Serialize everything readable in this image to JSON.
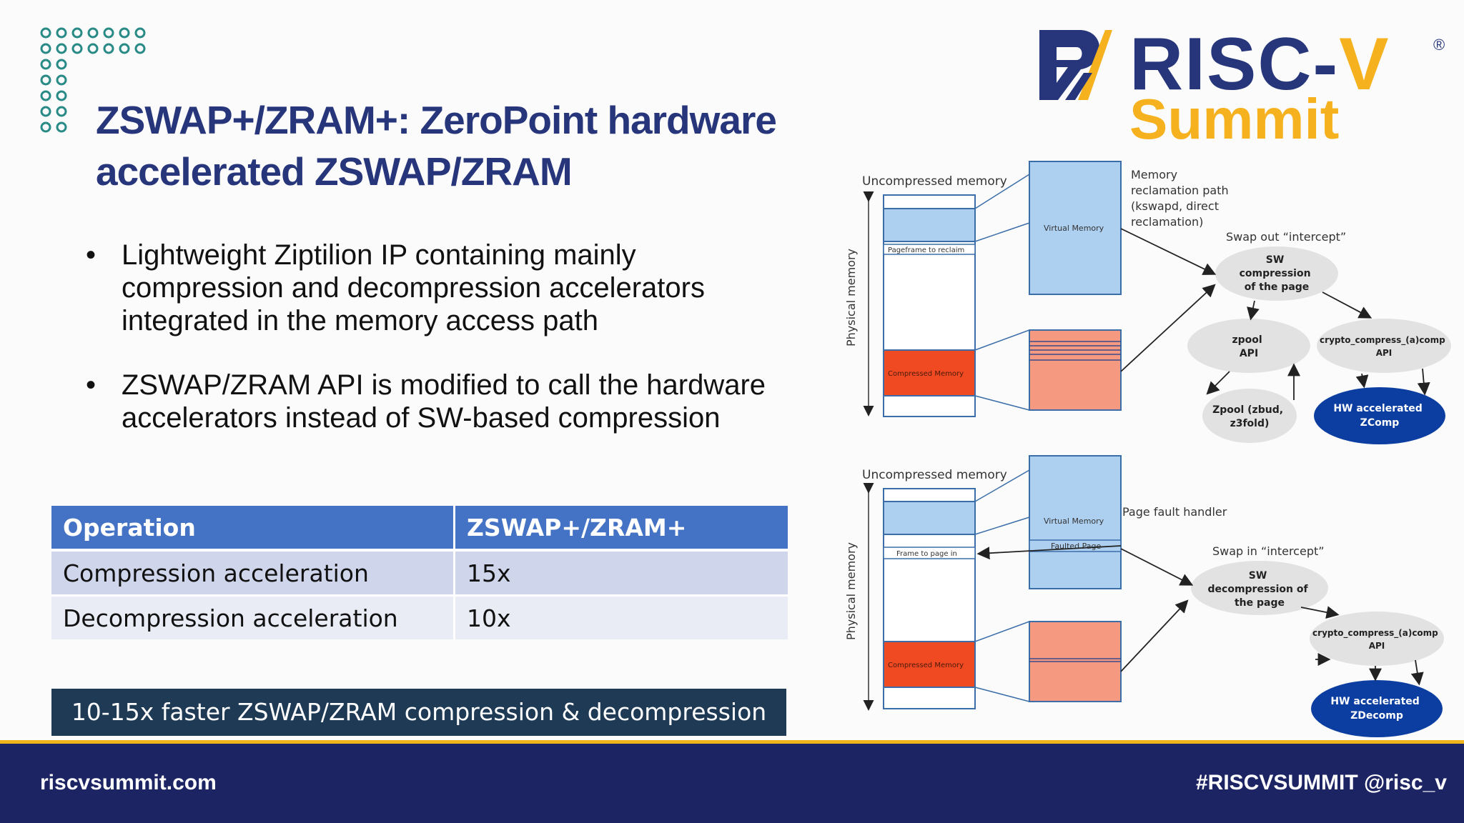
{
  "title_lines": [
    "ZSWAP+/ZRAM+: ZeroPoint hardware",
    "accelerated ZSWAP/ZRAM"
  ],
  "bullets": [
    "Lightweight Ziptilion IP containing mainly compression and decompression accelerators integrated in the memory access path",
    "ZSWAP/ZRAM API is modified to call the hardware accelerators instead of SW-based compression"
  ],
  "bullet_glyph": "•",
  "table": {
    "headers": [
      "Operation",
      "ZSWAP+/ZRAM+"
    ],
    "rows": [
      [
        "Compression acceleration",
        "15x"
      ],
      [
        "Decompression acceleration",
        "10x"
      ]
    ]
  },
  "banner": "10-15x faster ZSWAP/ZRAM compression & decompression",
  "logo": {
    "risc": "RISC-",
    "v": "V",
    "reg": "®",
    "summit": "Summit"
  },
  "footer": {
    "website": "riscvsummit.com",
    "social": "#RISCVSUMMIT  @risc_v"
  },
  "colors": {
    "navy": "#27367a",
    "gold": "#f5b21e",
    "teal": "#2a8a86",
    "table_header": "#4472c4",
    "banner": "#1f3a55",
    "footer": "#1d2463",
    "compressed": "#f04a22",
    "compressed_light": "#f59a80",
    "light_blue": "#aed0f0",
    "hw_node": "#0b3ea0",
    "sw_node": "#e2e2e2"
  },
  "icons": [
    "dot-grid-logo",
    "riscv-mark-icon"
  ],
  "diagram": {
    "top": {
      "uncompressed_label": "Uncompressed memory",
      "physical_label": "Physical memory",
      "pageframe_label": "Pageframe to reclaim",
      "compressed_label": "Compressed Memory",
      "virtual_label": "Virtual Memory",
      "reclaim_label": [
        "Memory",
        "reclamation path",
        "(kswapd, direct",
        "reclamation)"
      ],
      "intercept_label": "Swap out “intercept”",
      "sw_node": [
        "SW",
        "compression",
        "of the page"
      ],
      "zpool_node": [
        "zpool",
        "API"
      ],
      "crypto_node": [
        "crypto_compress_(a)comp",
        "API"
      ],
      "zpool_impl_node": [
        "Zpool (zbud,",
        "z3fold)"
      ],
      "hw_node": [
        "HW accelerated",
        "ZComp"
      ]
    },
    "bottom": {
      "uncompressed_label": "Uncompressed memory",
      "physical_label": "Physical memory",
      "frame_label": "Frame to page in",
      "compressed_label": "Compressed Memory",
      "virtual_label": "Virtual Memory",
      "faulted_label": "Faulted Page",
      "fault_handler_label": "Page fault handler",
      "intercept_label": "Swap in “intercept”",
      "sw_node": [
        "SW",
        "decompression of",
        "the page"
      ],
      "crypto_node": [
        "crypto_compress_(a)comp",
        "API"
      ],
      "hw_node": [
        "HW accelerated",
        "ZDecomp"
      ]
    }
  }
}
